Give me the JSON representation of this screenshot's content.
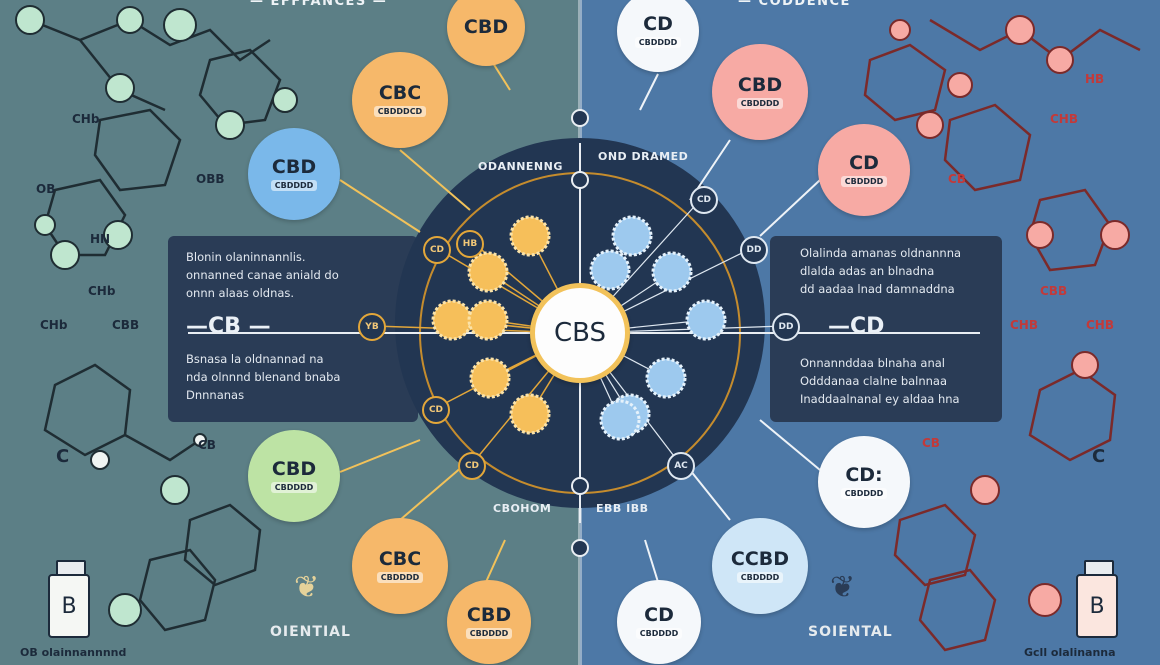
{
  "header": {
    "left": "— EFFFANCES —",
    "right": "— CODDENCE"
  },
  "hub": {
    "label": "CBS",
    "top_left": "ODANNENNG",
    "top_right": "OND DRAMED",
    "bottom_left": "CBOHOM",
    "bottom_right": "EBB IBB"
  },
  "axis": {
    "left": "—CB —",
    "right": "—CD"
  },
  "left_nodes": [
    {
      "title": "CBD",
      "sub": "",
      "color": "#f6b86a"
    },
    {
      "title": "CBC",
      "sub": "CBDDDCD",
      "color": "#f6b86a"
    },
    {
      "title": "CBD",
      "sub": "CBDDDD",
      "color": "#7ab8ea"
    },
    {
      "title": "CBD",
      "sub": "CBDDDD",
      "color": "#bde3a4"
    },
    {
      "title": "CBC",
      "sub": "CBDDDD",
      "color": "#f6b86a"
    },
    {
      "title": "CBD",
      "sub": "CBDDDD",
      "color": "#f6b86a"
    }
  ],
  "right_nodes": [
    {
      "title": "CD",
      "sub": "CBDDDD",
      "color": "#f5f8fb"
    },
    {
      "title": "CBD",
      "sub": "CBDDDD",
      "color": "#f7aaa4"
    },
    {
      "title": "CD",
      "sub": "CBDDDD",
      "color": "#f7aaa4"
    },
    {
      "title": "CD:",
      "sub": "CBDDDD",
      "color": "#f5f8fb"
    },
    {
      "title": "CCBD",
      "sub": "CBDDDD",
      "color": "#cfe6f7"
    },
    {
      "title": "CD",
      "sub": "CBDDDD",
      "color": "#f5f8fb"
    }
  ],
  "left_panel": {
    "lines": [
      "Blonin olaninnannlis.",
      "onnanned canae aniald do",
      "onnn alaas oldnas.",
      "Bsnasa la oldnannad na",
      "nda olnnnd blenand bnaba",
      "Dnnnanas"
    ]
  },
  "right_panel": {
    "lines": [
      "Olalinda amanas oldnannna",
      "dlalda adas an blnadna",
      "dd aadaa lnad damnaddna",
      "Onnannddaa blnaha anal",
      "Odddanaa clalne balnnaa",
      "Inaddaalnanal ey aldaa hna"
    ]
  },
  "ring_tags": {
    "left": [
      "CD",
      "HB",
      "YB",
      "CD",
      "CD"
    ],
    "right": [
      "CD",
      "DD",
      "DD",
      "AC"
    ]
  },
  "molecule_labels": {
    "left": [
      "CHb",
      "CHb",
      "CHb",
      "CBB",
      "CB",
      "OB",
      "OBB",
      "HN"
    ],
    "right": [
      "HB",
      "CHB",
      "CB",
      "CBB",
      "CHB",
      "CHB",
      "CB"
    ]
  },
  "ring_letters": {
    "left": "C",
    "right": "C"
  },
  "bottles": {
    "left": "B",
    "right": "B"
  },
  "footer": {
    "left": "OIENTIAL",
    "right": "SOIENTAL",
    "left_caption": "OB olainnannnnd",
    "right_caption": "Gcll olalinanna"
  },
  "colors": {
    "left_bg": "#5c7f86",
    "right_bg": "#4d78a6",
    "gold": "#e3a73a",
    "blue_dot": "#9dc9ee",
    "pink": "#f08f8a",
    "mint": "#bfe6cf"
  }
}
